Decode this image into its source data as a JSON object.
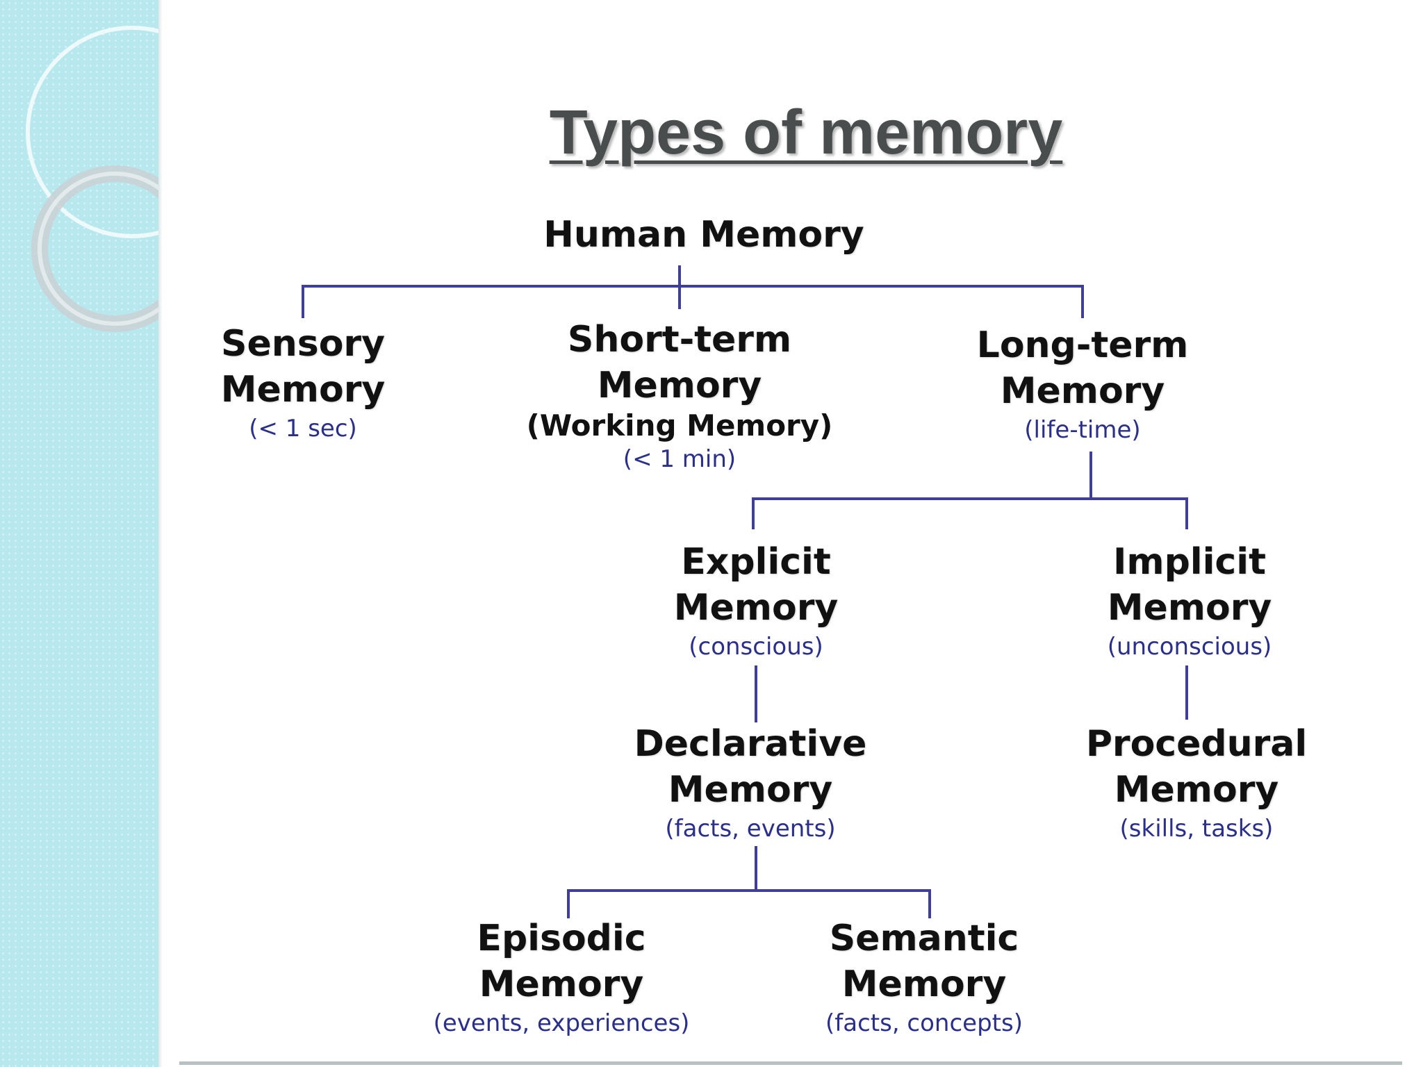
{
  "slide": {
    "title": "Types of memory"
  },
  "diagram": {
    "root": {
      "name": "Human Memory"
    },
    "sensory": {
      "name_line1": "Sensory",
      "name_line2": "Memory",
      "detail": "(< 1 sec)"
    },
    "short_term": {
      "name_line1": "Short-term",
      "name_line2": "Memory",
      "alt_name": "(Working Memory)",
      "detail": "(< 1 min)"
    },
    "long_term": {
      "name_line1": "Long-term",
      "name_line2": "Memory",
      "detail": "(life-time)"
    },
    "explicit": {
      "name_line1": "Explicit",
      "name_line2": "Memory",
      "detail": "(conscious)"
    },
    "implicit": {
      "name_line1": "Implicit",
      "name_line2": "Memory",
      "detail": "(unconscious)"
    },
    "declarative": {
      "name_line1": "Declarative",
      "name_line2": "Memory",
      "detail": "(facts, events)"
    },
    "procedural": {
      "name_line1": "Procedural",
      "name_line2": "Memory",
      "detail": "(skills, tasks)"
    },
    "episodic": {
      "name_line1": "Episodic",
      "name_line2": "Memory",
      "detail": "(events, experiences)"
    },
    "semantic": {
      "name_line1": "Semantic",
      "name_line2": "Memory",
      "detail": "(facts, concepts)"
    }
  },
  "colors": {
    "connector": "#3f3f95",
    "detail_text": "#2b2f8c",
    "side_panel": "#b7e8ee",
    "title_text": "#4a4d4d"
  }
}
